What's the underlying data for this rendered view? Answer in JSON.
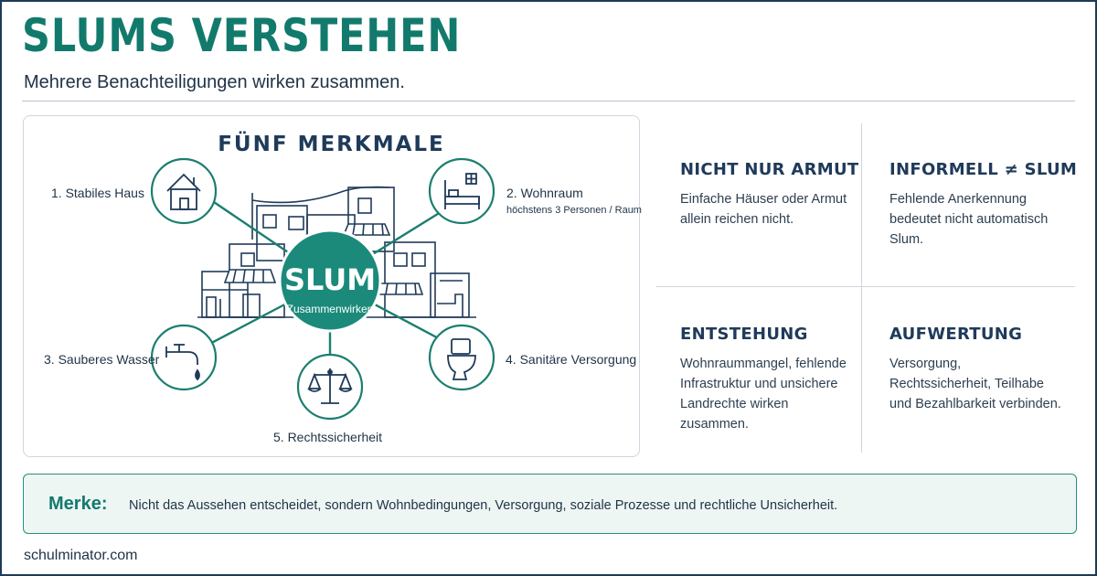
{
  "header": {
    "title": "SLUMS VERSTEHEN",
    "subtitle": "Mehrere Benachteiligungen wirken zusammen."
  },
  "diagram": {
    "title": "FÜNF MERKMALE",
    "center": {
      "title": "SLUM",
      "subtitle": "Zusammenwirken"
    },
    "features": [
      {
        "label": "1. Stabiles Haus",
        "icon": "house-icon"
      },
      {
        "label": "2. Wohnraum",
        "sub": "höchstens 3 Personen / Raum",
        "icon": "bed-icon"
      },
      {
        "label": "3. Sauberes Wasser",
        "icon": "faucet-icon"
      },
      {
        "label": "4. Sanitäre Versorgung",
        "icon": "toilet-icon"
      },
      {
        "label": "5. Rechtssicherheit",
        "icon": "scales-icon"
      }
    ]
  },
  "cards": [
    {
      "title": "NICHT NUR ARMUT",
      "text": "Einfache Häuser oder Armut allein reichen nicht."
    },
    {
      "title": "INFORMELL ≠ SLUM",
      "text": "Fehlende Anerkennung bedeutet nicht automatisch Slum."
    },
    {
      "title": "ENTSTEHUNG",
      "text": "Wohnraummangel, fehlende Infrastruktur und unsichere Landrechte wirken zusammen."
    },
    {
      "title": "AUFWERTUNG",
      "text": "Versorgung, Rechtssicherheit, Teilhabe und Bezahlbarkeit verbinden."
    }
  ],
  "note": {
    "label": "Merke:",
    "text": "Nicht das Aussehen entscheidet, sondern Wohnbedingungen, Versorgung, soziale Prozesse und rechtliche Unsicherheit."
  },
  "footer": {
    "site": "schulminator.com"
  },
  "colors": {
    "accent": "#127a6c",
    "navy": "#1f3a5a",
    "note_bg": "#eef6f4"
  }
}
